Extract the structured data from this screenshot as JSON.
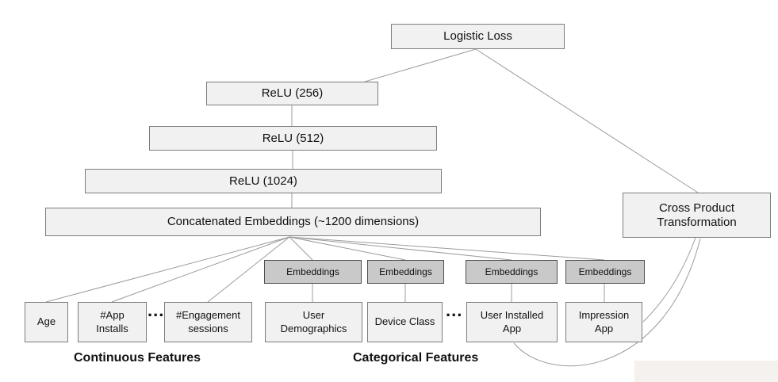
{
  "colors": {
    "background": "#ffffff",
    "node_fill": "#f1f1f1",
    "node_border": "#7d7d7d",
    "embedding_fill": "#c9c9c9",
    "embedding_border": "#4f4f4f",
    "connector": "#9c9c9c",
    "text": "#111111",
    "artifact_fill": "#f5f1ee"
  },
  "nodes": {
    "logistic_loss": "Logistic Loss",
    "relu_256": "ReLU (256)",
    "relu_512": "ReLU (512)",
    "relu_1024": "ReLU (1024)",
    "concatenated_embeddings": "Concatenated Embeddings (~1200 dimensions)",
    "cross_product": "Cross Product Transformation",
    "embedding": "Embeddings"
  },
  "features": {
    "continuous": [
      "Age",
      "#App Installs",
      "#Engagement sessions"
    ],
    "categorical": [
      "User Demographics",
      "Device Class",
      "User Installed App",
      "Impression App"
    ]
  },
  "group_labels": {
    "continuous": "Continuous Features",
    "categorical": "Categorical Features"
  },
  "ellipsis": "..."
}
